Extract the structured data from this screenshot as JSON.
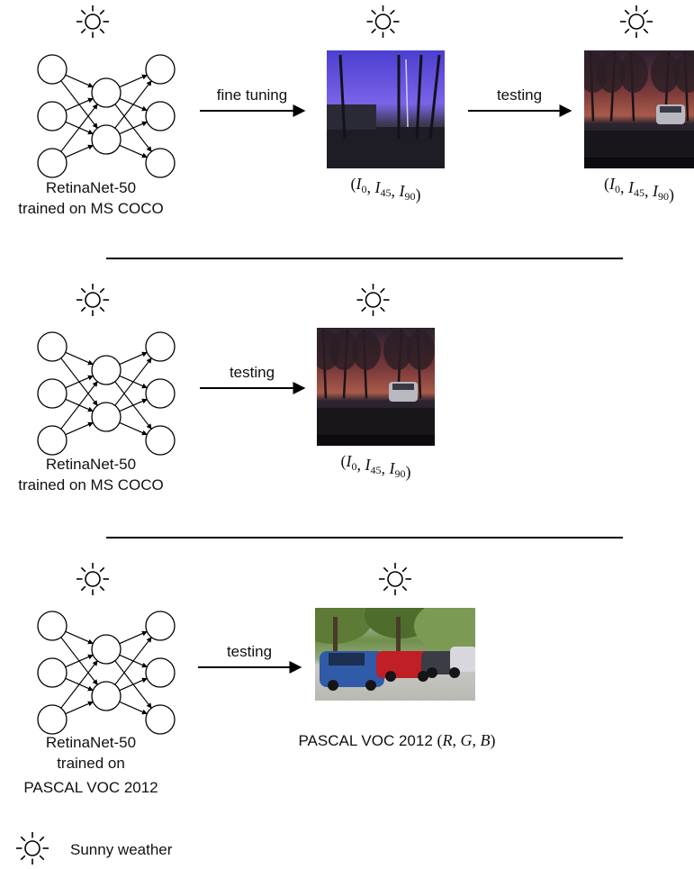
{
  "rows": [
    {
      "network_label_lines": [
        "RetinaNet-50",
        "trained on MS COCO"
      ],
      "steps": [
        {
          "arrow_label": "fine tuning",
          "image_caption": "(I0, I45, I90)",
          "scene": "night-blue-road"
        },
        {
          "arrow_label": "testing",
          "image_caption": "(I0, I45, I90)",
          "scene": "dusk-street-car"
        }
      ]
    },
    {
      "network_label_lines": [
        "RetinaNet-50",
        "trained on MS COCO"
      ],
      "steps": [
        {
          "arrow_label": "testing",
          "image_caption": "(I0, I45, I90)",
          "scene": "dusk-street-car"
        }
      ]
    },
    {
      "network_label_lines": [
        "RetinaNet-50",
        "trained on",
        "PASCAL VOC 2012"
      ],
      "steps": [
        {
          "arrow_label": "testing",
          "image_caption": "PASCAL VOC 2012 (R, G, B)",
          "scene": "parking-lot-cars"
        }
      ]
    }
  ],
  "legend": {
    "icon": "sun-icon",
    "label": "Sunny weather"
  }
}
